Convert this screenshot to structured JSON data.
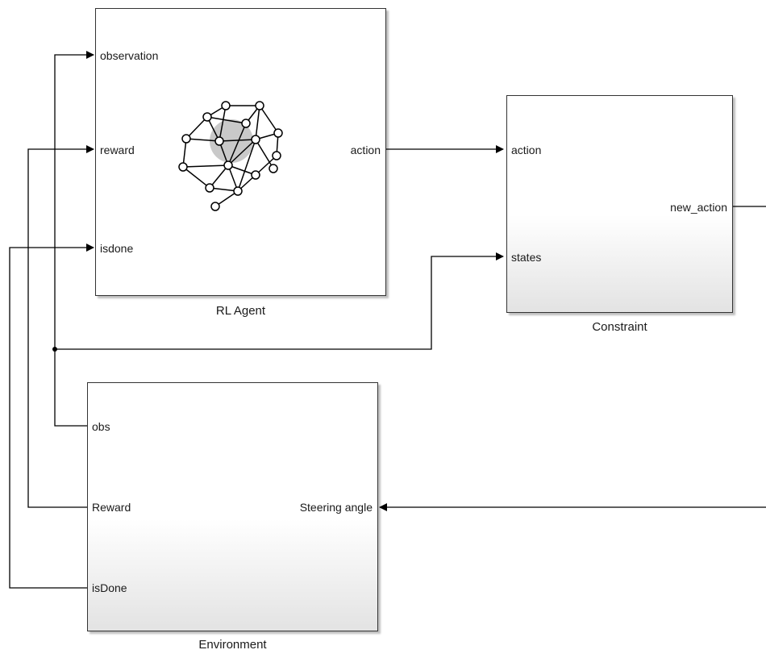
{
  "blocks": {
    "rl_agent": {
      "name": "RL Agent",
      "inputs": [
        "observation",
        "reward",
        "isdone"
      ],
      "output": "action",
      "icon": "neural-network-brain-icon"
    },
    "constraint": {
      "name": "Constraint",
      "inputs": [
        "action",
        "states"
      ],
      "output": "new_action"
    },
    "environment": {
      "name": "Environment",
      "outputs": [
        "obs",
        "Reward",
        "isDone"
      ],
      "input": "Steering angle"
    }
  },
  "colors": {
    "wire": "#000000",
    "border": "#333333",
    "gradient_bottom": "#e3e3e3"
  }
}
